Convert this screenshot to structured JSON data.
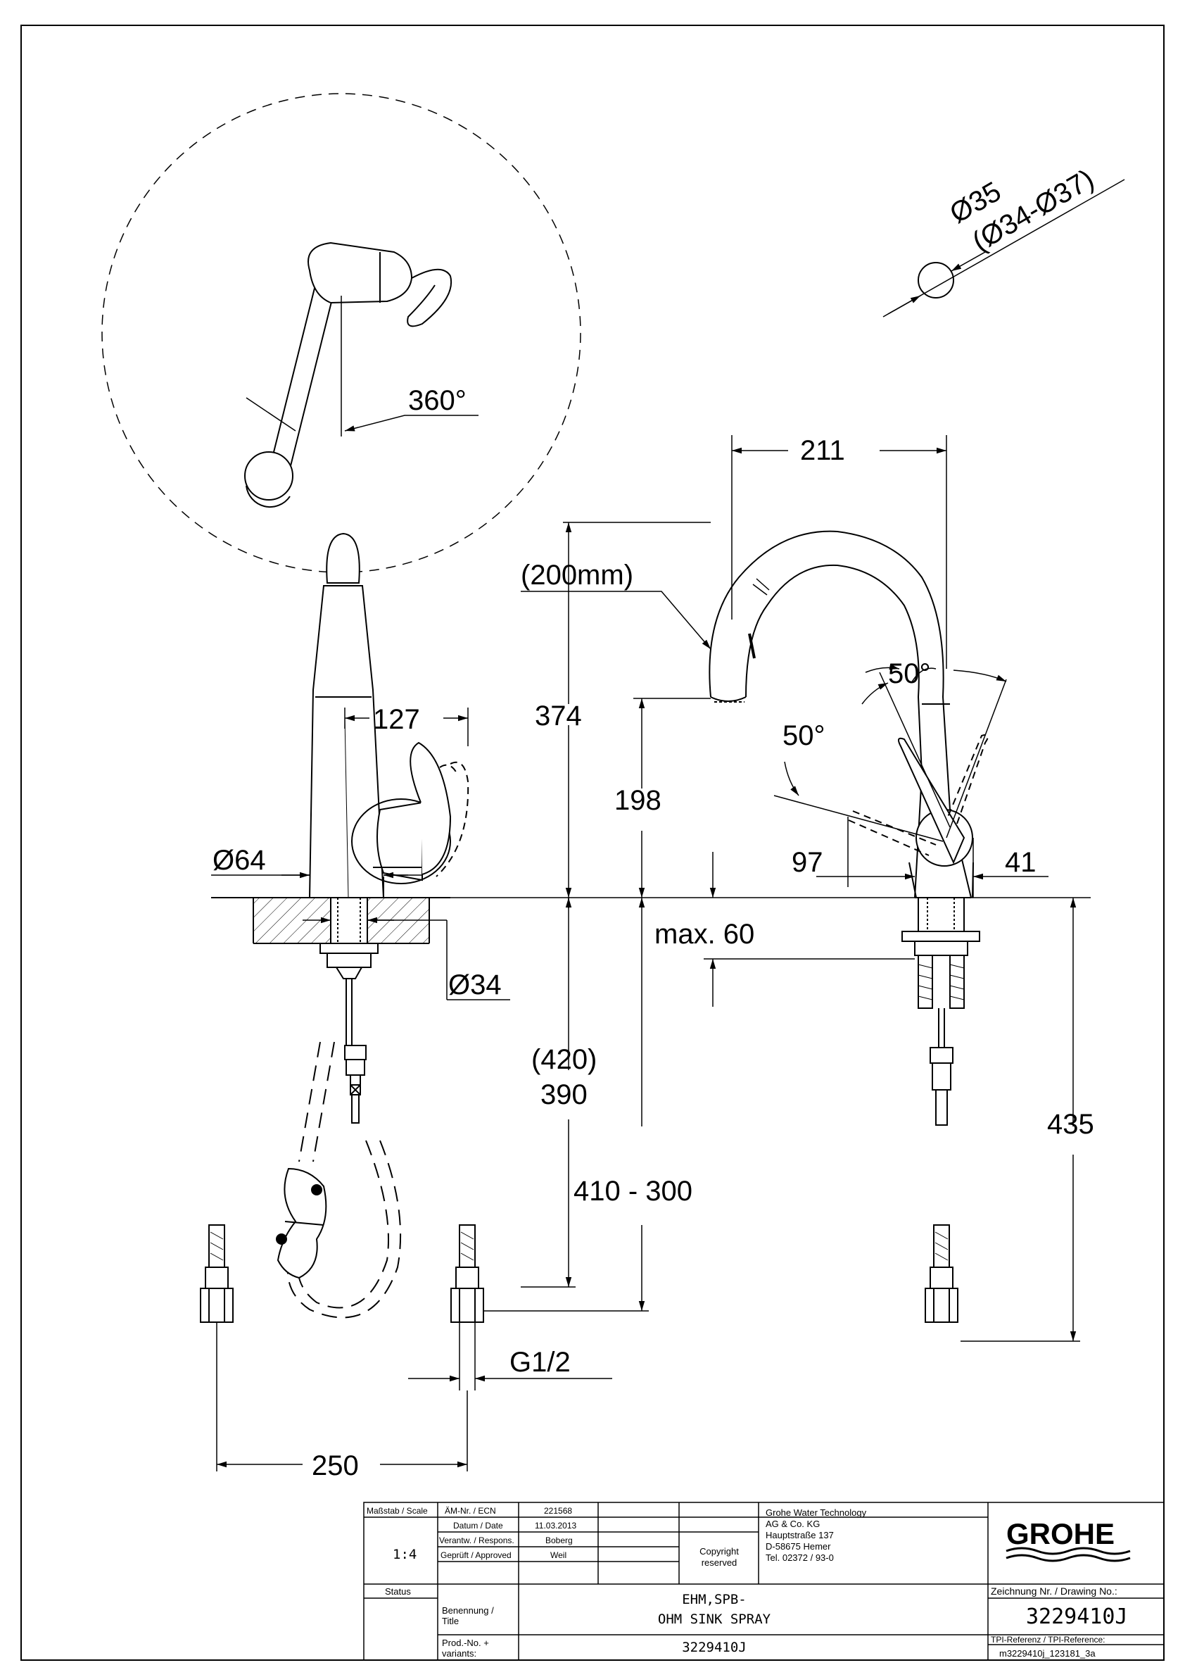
{
  "dimensions": {
    "rotation": "360°",
    "hole_diameter": "Ø35",
    "hole_range": "(Ø34-Ø37)",
    "reach": "211",
    "spout_clearance": "(200mm)",
    "total_height": "374",
    "outlet_height": "198",
    "spray_angle": "50°",
    "lever_angle": "50°",
    "lever_clearance": "97",
    "lever_offset": "41",
    "handle_projection": "127",
    "base_diameter": "Ø64",
    "shank_diameter": "Ø34",
    "deck_thickness": "max. 60",
    "hose_length_alt": "(420)",
    "hose_length": "390",
    "hose_range": "410 - 300",
    "supply_length": "435",
    "connection_thread": "G1/2",
    "connection_spacing": "250"
  },
  "title_block": {
    "scale_label": "Maßstab / Scale",
    "scale_value": "1:4",
    "ecn_label": "ÄM-Nr. / ECN",
    "ecn_value": "221568",
    "date_label": "Datum / Date",
    "date_value": "11.03.2013",
    "responsible_label": "Verantw. / Respons.",
    "responsible_value": "Boberg",
    "approved_label": "Geprüft / Approved",
    "approved_value": "Weil",
    "copyright": "Copyright reserved",
    "company_line1": "Grohe Water Technology",
    "company_line2": "AG & Co. KG",
    "company_line3": "Hauptstraße 137",
    "company_line4": "D-58675 Hemer",
    "company_line5": "Tel. 02372 / 93-0",
    "brand": "GROHE",
    "status_label": "Status",
    "title_label_1": "Benennung /",
    "title_label_2": "Title",
    "title_value_1": "EHM,SPB-",
    "title_value_2": "OHM SINK SPRAY",
    "prod_label_1": "Prod.-No. +",
    "prod_label_2": "variants:",
    "prod_value": "3229410J",
    "drawing_no_label": "Zeichnung Nr. / Drawing No.:",
    "drawing_no_value": "3229410J",
    "tpi_label": "TPI-Referenz / TPI-Reference:",
    "tpi_value": "m3229410j_123181_3a"
  }
}
